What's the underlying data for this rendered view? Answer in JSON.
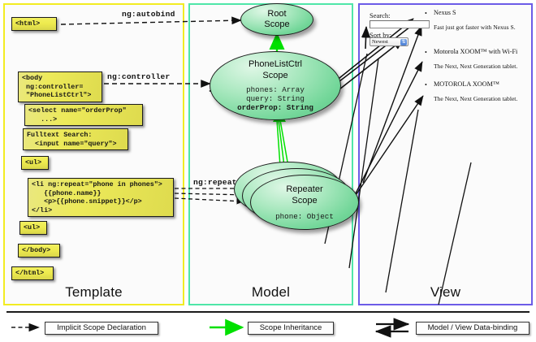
{
  "panels": [
    {
      "id": "template",
      "label": "Template",
      "border_color": "#f2ec22"
    },
    {
      "id": "model",
      "label": "Model",
      "border_color": "#4fe6a8"
    },
    {
      "id": "view",
      "label": "View",
      "border_color": "#6c5ce7"
    }
  ],
  "template": {
    "boxes": [
      {
        "name": "html-open-box",
        "text": "<html>"
      },
      {
        "name": "body-controller-box",
        "text": "<body\n ng:controller=\n \"PhoneListCtrl\">"
      },
      {
        "name": "select-orderprop-box",
        "text": "<select name=\"orderProp\"\n   ...>"
      },
      {
        "name": "fulltext-search-box",
        "text": "Fulltext Search:\n  <input name=\"query\">"
      },
      {
        "name": "ul-open-box",
        "text": "<ul>"
      },
      {
        "name": "li-ngrepeat-box",
        "text": "<li ng:repeat=\"phone in phones\">\n   {{phone.name}}\n   <p>{{phone.snippet}}</p>\n</li>"
      },
      {
        "name": "ul-close-box",
        "text": "<ul>"
      },
      {
        "name": "body-close-box",
        "text": "</body>"
      },
      {
        "name": "html-close-box",
        "text": "</html>"
      }
    ]
  },
  "model": {
    "scopes": [
      {
        "name": "root-scope",
        "title_line1": "Root",
        "title_line2": "Scope",
        "props": []
      },
      {
        "name": "phonelistctrl-scope",
        "title_line1": "PhoneListCtrl",
        "title_line2": "Scope",
        "props": [
          {
            "text": "phones: Array",
            "bold": false
          },
          {
            "text": "query: String",
            "bold": false
          },
          {
            "text": "orderProp: String",
            "bold": true
          }
        ]
      },
      {
        "name": "repeater-scope",
        "title_line1": "Repeater",
        "title_line2": "Scope",
        "props": [
          {
            "text": "phone: Object",
            "bold": false
          }
        ]
      }
    ]
  },
  "edges": {
    "autobind": "ng:autobind",
    "controller": "ng:controller",
    "repeat": "ng:repeat"
  },
  "view": {
    "search_label": "Search:",
    "search_value": "",
    "sort_label": "Sort by:",
    "sort_selected": "Newest",
    "sort_arrow": "⇅",
    "bullet_glyph": "•",
    "phones": [
      {
        "title": "Nexus S",
        "desc": "Fast just got faster with Nexus S."
      },
      {
        "title": "Motorola XOOM™  with Wi-Fi",
        "desc": "The Next, Next Generation tablet."
      },
      {
        "title": "MOTOROLA XOOM™",
        "desc": "The Next, Next Generation tablet."
      }
    ]
  },
  "legend": {
    "items": [
      {
        "name": "legend-implicit-scope-declaration",
        "label": "Implicit Scope Declaration",
        "style": "dashed",
        "color": "#1b1b1b"
      },
      {
        "name": "legend-scope-inheritance",
        "label": "Scope Inheritance",
        "style": "solid",
        "color": "#00e000"
      },
      {
        "name": "legend-model-view-databinding",
        "label": "Model / View Data-binding",
        "style": "double",
        "color": "#1b1b1b"
      }
    ]
  }
}
